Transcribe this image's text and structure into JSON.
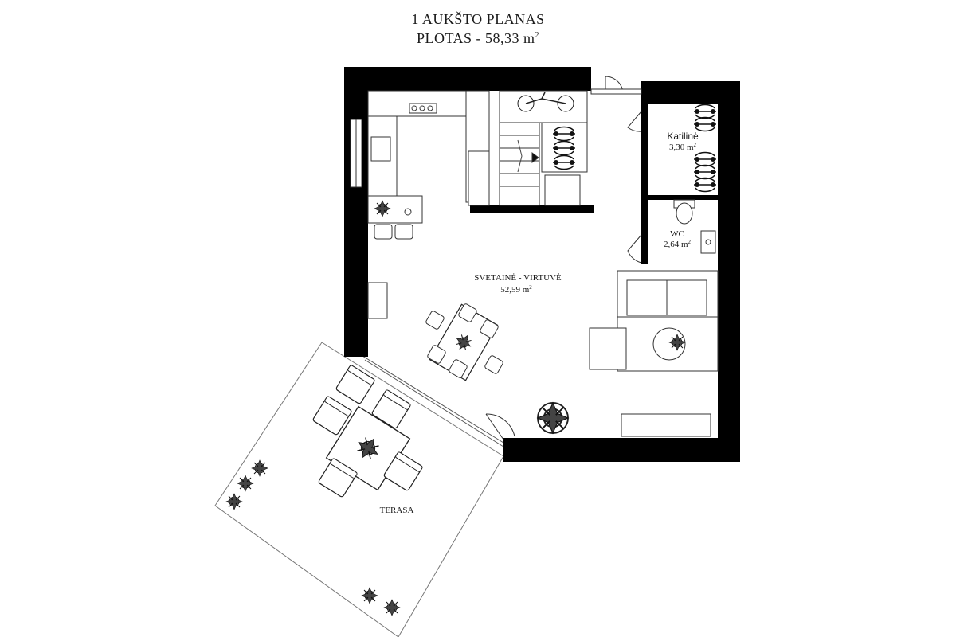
{
  "header": {
    "title": "1 AUKŠTO PLANAS",
    "area_prefix": "PLOTAS - 58,33 m",
    "area_sup": "2"
  },
  "rooms": {
    "living": {
      "name": "SVETAINĖ - VIRTUVĖ",
      "area": "52,59 m",
      "sup": "2"
    },
    "boiler": {
      "name": "Katilinė",
      "area": "3,30 m",
      "sup": "2"
    },
    "wc": {
      "name": "WC",
      "area": "2,64 m",
      "sup": "2"
    },
    "terrace": {
      "name": "TERASA"
    }
  },
  "colors": {
    "wall": "#000000",
    "line": "#333333",
    "fill": "#ffffff"
  }
}
